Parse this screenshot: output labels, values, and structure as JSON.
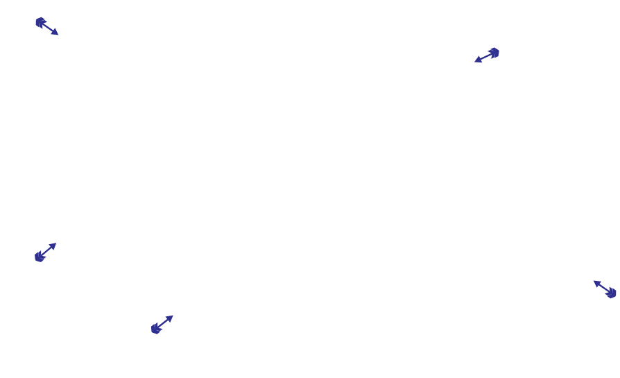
{
  "scene": {
    "background_color": "#ffffff",
    "arrow_color": "#2e2f8f",
    "arrow_icon": "arrow-with-fletching-icon",
    "arrows": [
      {
        "name": "arrow-1",
        "direction": "down-right"
      },
      {
        "name": "arrow-2",
        "direction": "down-left"
      },
      {
        "name": "arrow-3",
        "direction": "up-right"
      },
      {
        "name": "arrow-4",
        "direction": "up-left"
      },
      {
        "name": "arrow-5",
        "direction": "up-right"
      }
    ]
  }
}
